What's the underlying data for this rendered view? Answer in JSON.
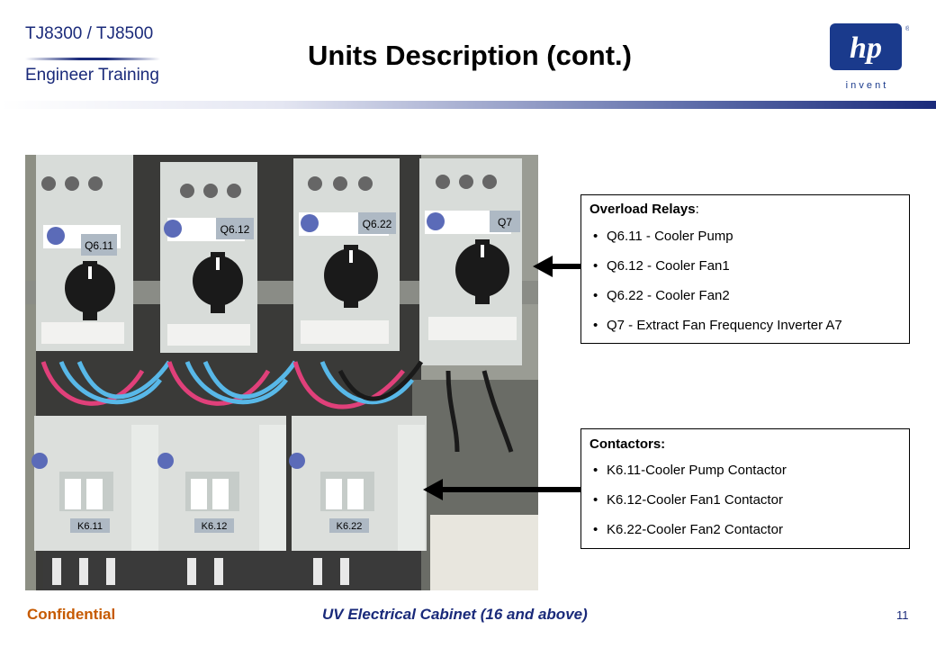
{
  "header": {
    "product": "TJ8300 / TJ8500",
    "training": "Engineer  Training",
    "title": "Units Description (cont.)",
    "logo": {
      "brand": "hp",
      "tagline": "i n v e n t",
      "mark": "®",
      "color": "#1a3a8c"
    }
  },
  "photo": {
    "relay_labels": [
      "Q6.11",
      "Q6.12",
      "Q6.22",
      "Q7"
    ],
    "contactor_labels": [
      "K6.11",
      "K6.12",
      "K6.22"
    ]
  },
  "overload_relays": {
    "heading": "Overload Relays",
    "heading_suffix": ":",
    "items": [
      "Q6.11 - Cooler Pump",
      "Q6.12 - Cooler Fan1",
      "Q6.22 - Cooler Fan2",
      "Q7 - Extract Fan Frequency Inverter A7"
    ]
  },
  "contactors": {
    "heading": "Contactors:",
    "items": [
      "K6.11-Cooler Pump Contactor",
      "K6.12-Cooler Fan1 Contactor",
      "K6.22-Cooler Fan2 Contactor"
    ]
  },
  "footer": {
    "confidential": "Confidential",
    "topic": "UV Electrical Cabinet (16 and above)",
    "page": "11"
  }
}
